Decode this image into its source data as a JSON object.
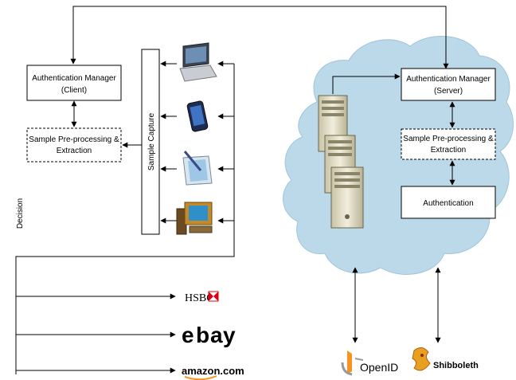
{
  "client": {
    "auth_manager_line1": "Authentication Manager",
    "auth_manager_line2": "(Client)",
    "preproc_line1": "Sample Pre-processing &",
    "preproc_line2": "Extraction",
    "sample_capture": "Sample Capture",
    "decision": "Decision"
  },
  "server": {
    "auth_manager_line1": "Authentication Manager",
    "auth_manager_line2": "(Server)",
    "preproc_line1": "Sample Pre-processing &",
    "preproc_line2": "Extraction",
    "authentication": "Authentication"
  },
  "relying_parties": {
    "hsbc": "HSBC",
    "ebay_e": "e",
    "ebay_b": "b",
    "ebay_a": "a",
    "ebay_y": "y",
    "amazon": "amazon.com"
  },
  "identity_providers": {
    "openid": "OpenID",
    "shibboleth": "Shibboleth"
  },
  "colors": {
    "cloud": "#bcd9ea",
    "hsbc_red": "#db0011",
    "ebay_red": "#e53238",
    "ebay_blue": "#0064d2",
    "ebay_yellow": "#f5af02",
    "ebay_green": "#86b817",
    "openid_orange": "#f7931e"
  }
}
